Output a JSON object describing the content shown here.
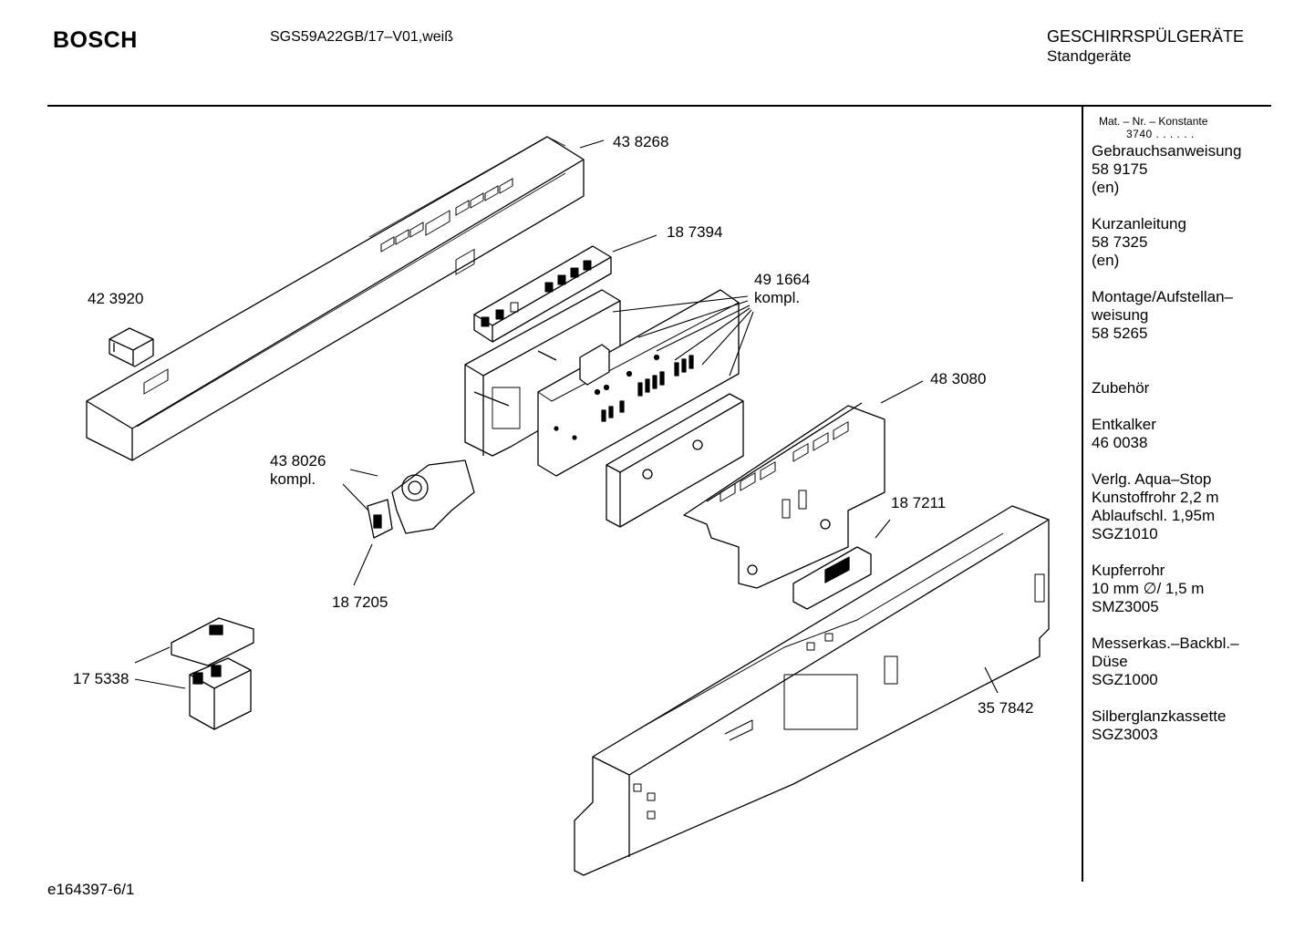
{
  "header": {
    "brand": "BOSCH",
    "model": "SGS59A22GB/17–V01,weiß",
    "category_line1": "GESCHIRRSPÜLGERÄTE",
    "category_line2": "Standgeräte"
  },
  "sidebar": {
    "mat_label": "Mat. – Nr. – Konstante",
    "mat_value": "3740 .  .  .  .  .  .",
    "groups": [
      [
        "Gebrauchsanweisung",
        "58 9175",
        "(en)"
      ],
      [
        "Kurzanleitung",
        "58 7325",
        "(en)"
      ],
      [
        "Montage/Aufstellan–",
        "weisung",
        "58 5265"
      ],
      [
        "Zubehör"
      ],
      [
        "Entkalker",
        "46 0038"
      ],
      [
        "Verlg. Aqua–Stop",
        "Kunstoffrohr 2,2 m",
        "Ablaufschl. 1,95m",
        "SGZ1010"
      ],
      [
        "Kupferrohr",
        "10 mm ∅/ 1,5 m",
        "SMZ3005"
      ],
      [
        "Messerkas.–Backbl.–",
        "Düse",
        "SGZ1000"
      ],
      [
        "Silberglanzkassette",
        "SGZ3003"
      ]
    ]
  },
  "parts": {
    "p438268": "43 8268",
    "p187394": "18 7394",
    "p491664": "49 1664",
    "p491664_sub": "kompl.",
    "p423920": "42 3920",
    "p483080": "48 3080",
    "p438026": "43 8026",
    "p438026_sub": "kompl.",
    "p187211": "18 7211",
    "p187205": "18 7205",
    "p175338": "17 5338",
    "p357842": "35 7842"
  },
  "footer": {
    "code": "e164397-6/1"
  }
}
